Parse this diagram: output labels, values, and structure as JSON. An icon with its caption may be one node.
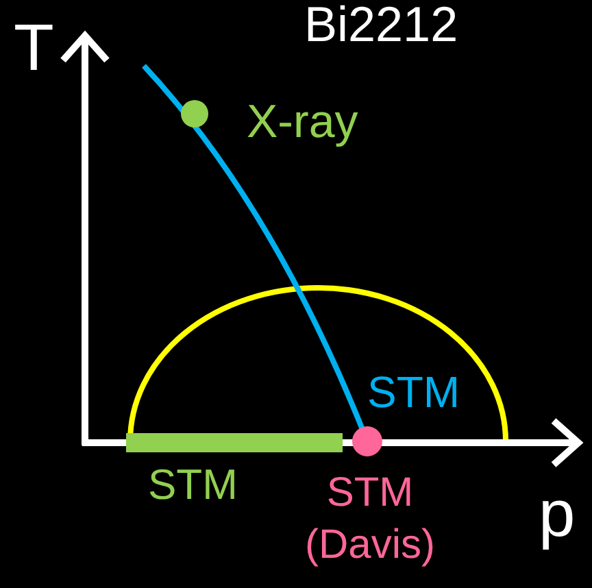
{
  "diagram": {
    "title": "Bi2212",
    "labels": [
      "T",
      "X-ray",
      "STM",
      "STM",
      "STM (Davis)",
      "p"
    ]
  }
}
